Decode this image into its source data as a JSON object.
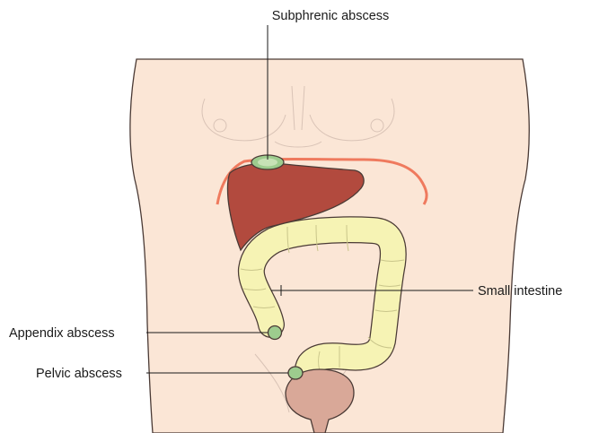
{
  "labels": {
    "subphrenic": "Subphrenic abscess",
    "small_intestine": "Small intestine",
    "appendix": "Appendix abscess",
    "pelvic": "Pelvic abscess"
  },
  "colors": {
    "skin": "#fbe6d6",
    "outline": "#4a3a35",
    "liver": "#b24a3e",
    "intestine": "#f6f3b4",
    "abscess": "#9dcc8e",
    "diaphragm": "#ef7a5e",
    "bladder": "#d9a898"
  }
}
